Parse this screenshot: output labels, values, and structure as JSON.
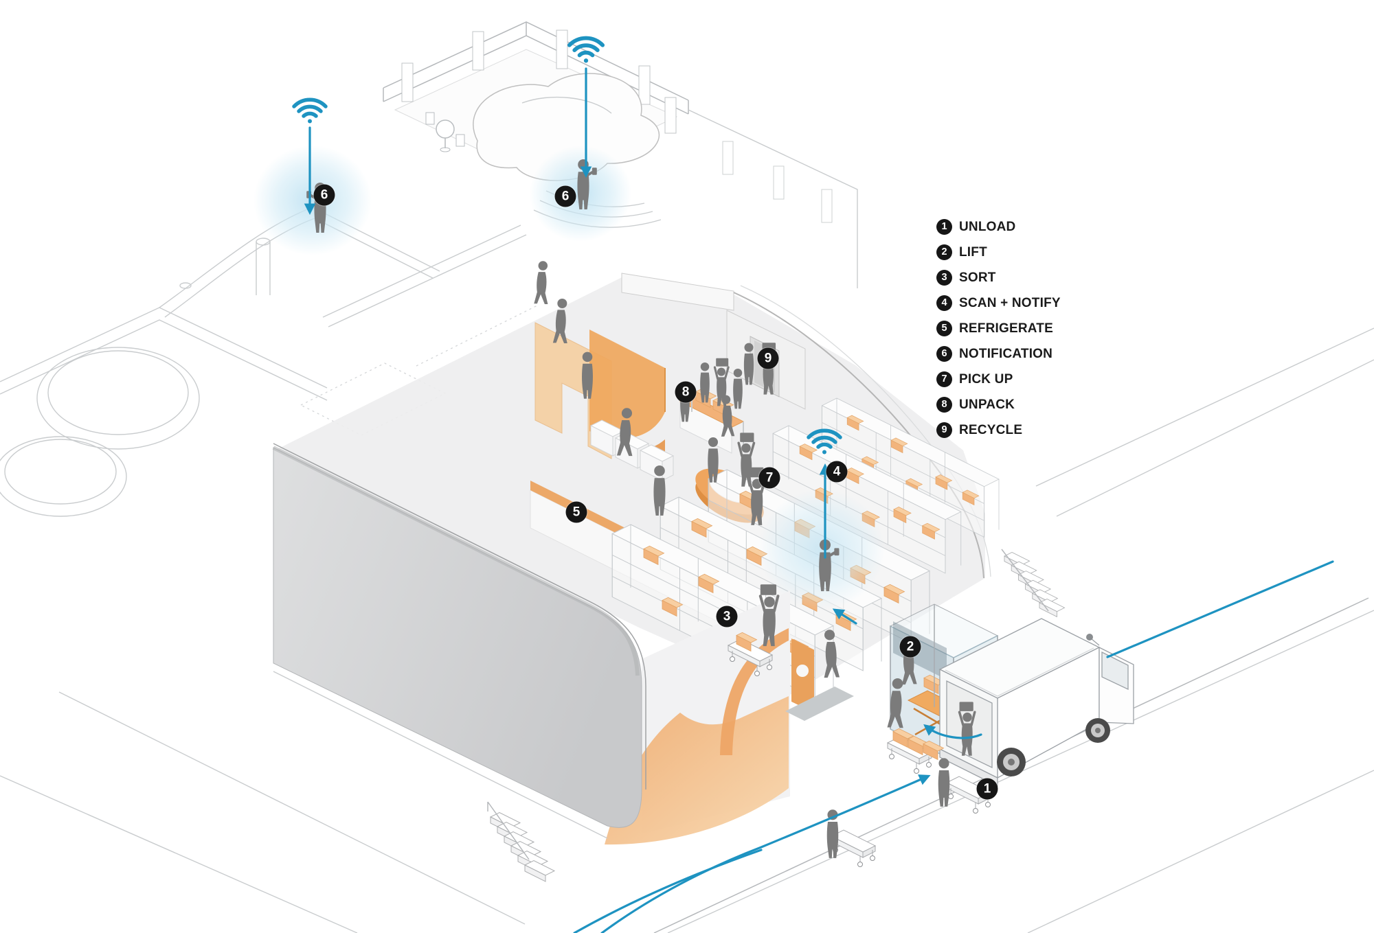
{
  "page": {
    "kind": "isometric delivery micro-hub workflow diagram",
    "background": "#FFFFFF"
  },
  "palette": {
    "signal_blue": "#1E93C1",
    "glow_blue": "#BFE2F2",
    "accent_orange": "#EFA75D",
    "accent_orange_light": "#F7CFA0",
    "box_orange": "#F2B47C",
    "badge_black": "#161616",
    "badge_text": "#FFFFFF",
    "silhouette_gray": "#7B7B7B",
    "linework_gray": "#B9BDC0",
    "floor_gray": "#EDEDEE",
    "facade_gray": "#D2D3D5"
  },
  "icons": {
    "wifi": "wifi-signal-icon",
    "arrow": "route-arrow-icon"
  },
  "legend": {
    "items": [
      {
        "num": "1",
        "label": "UNLOAD"
      },
      {
        "num": "2",
        "label": "LIFT"
      },
      {
        "num": "3",
        "label": "SORT"
      },
      {
        "num": "4",
        "label": "SCAN + NOTIFY"
      },
      {
        "num": "5",
        "label": "REFRIGERATE"
      },
      {
        "num": "6",
        "label": "NOTIFICATION"
      },
      {
        "num": "7",
        "label": "PICK UP"
      },
      {
        "num": "8",
        "label": "UNPACK"
      },
      {
        "num": "9",
        "label": "RECYCLE"
      }
    ]
  }
}
